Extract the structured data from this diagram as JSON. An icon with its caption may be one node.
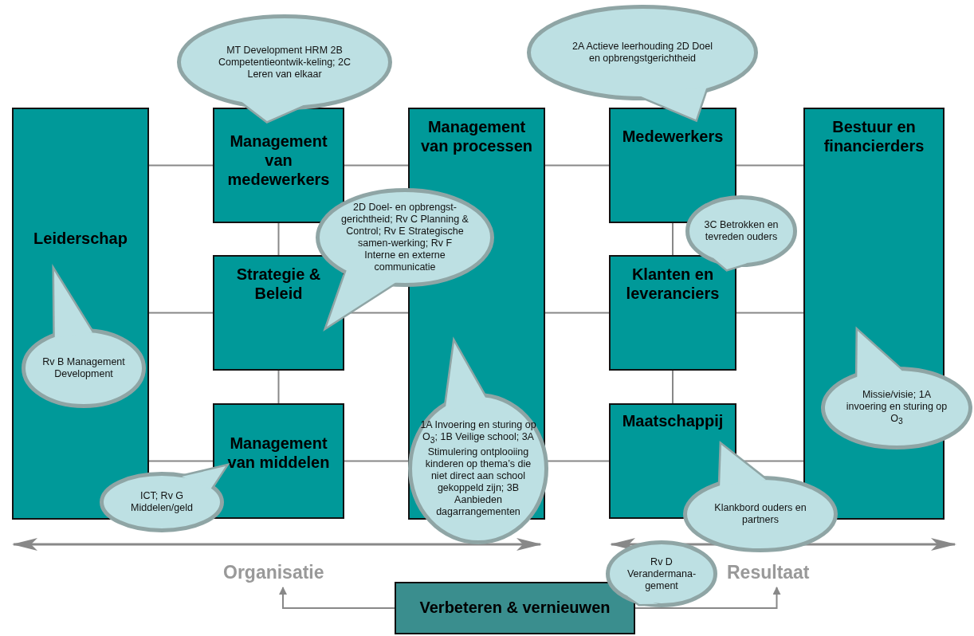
{
  "diagram": {
    "nodes": [
      {
        "text": [
          "Leiderschap"
        ]
      },
      {
        "text": [
          "Management van medewerkers"
        ]
      },
      {
        "text": [
          "Strategie & Beleid"
        ]
      },
      {
        "text": [
          "Management van middelen"
        ]
      },
      {
        "text": [
          "Management van processen"
        ]
      },
      {
        "text": [
          "Medewerkers"
        ]
      },
      {
        "text": [
          "Klanten en leveranciers"
        ]
      },
      {
        "text": [
          "Maatschappij"
        ]
      },
      {
        "text": [
          "Bestuur en financierders"
        ]
      },
      {
        "text": [
          "Verbeteren & vernieuwen"
        ]
      },
      {
        "text": [
          "Organisatie"
        ]
      },
      {
        "text": [
          "Resultaat"
        ]
      },
      {
        "text": [
          "MT Development HRM 2B Competentieontwik-keling; 2C Leren van elkaar"
        ]
      },
      {
        "text": [
          "2A Actieve leerhouding 2D Doel en opbrengstgerichtheid"
        ]
      },
      {
        "text": [
          "2D Doel- en opbrengst-gerichtheid; Rv C Planning & Control; Rv E Strategische samen-werking; Rv F Interne en externe communicatie"
        ]
      },
      {
        "text": [
          "3C Betrokken en tevreden ouders"
        ]
      },
      {
        "text": [
          "Rv B Management Development"
        ],
        "in": 0
      },
      {
        "text": [
          "1A Invoering en sturing op O$_{3}$; 1B Veilige school; 3A Stimulering ontplooiing kinderen op thema’s die niet direct aan school gekoppeld zijn; 3B Aanbieden dagarrangementen"
        ]
      },
      {
        "text": [
          "Missie/visie; 1A invoering en sturing op O$_{3}$"
        ]
      },
      {
        "text": [
          "ICT; Rv G Middelen/geld"
        ]
      },
      {
        "text": [
          "Klankbord ouders en partners"
        ]
      },
      {
        "text": [
          "Rv D Verandermana-gement"
        ]
      }
    ],
    "edges": [
      {
        "from": 0,
        "to": 1,
        "arrow": "none"
      },
      {
        "from": 1,
        "to": 4,
        "arrow": "none"
      },
      {
        "from": 4,
        "to": 5,
        "arrow": "none"
      },
      {
        "from": 5,
        "to": 8,
        "arrow": "none"
      },
      {
        "from": 0,
        "to": 2,
        "arrow": "none"
      },
      {
        "from": 2,
        "to": 4,
        "arrow": "none"
      },
      {
        "from": 4,
        "to": 6,
        "arrow": "none"
      },
      {
        "from": 6,
        "to": 8,
        "arrow": "none"
      },
      {
        "from": 0,
        "to": 3,
        "arrow": "none"
      },
      {
        "from": 3,
        "to": 4,
        "arrow": "none"
      },
      {
        "from": 4,
        "to": 7,
        "arrow": "none"
      },
      {
        "from": 7,
        "to": 8,
        "arrow": "none"
      },
      {
        "from": 1,
        "to": 2,
        "arrow": "none"
      },
      {
        "from": 2,
        "to": 3,
        "arrow": "none"
      },
      {
        "from": 5,
        "to": 6,
        "arrow": "none"
      },
      {
        "from": 6,
        "to": 7,
        "arrow": "none"
      },
      {
        "from": 9,
        "to": 10,
        "arrow": "to"
      },
      {
        "from": 9,
        "to": 11,
        "arrow": "to"
      }
    ]
  }
}
